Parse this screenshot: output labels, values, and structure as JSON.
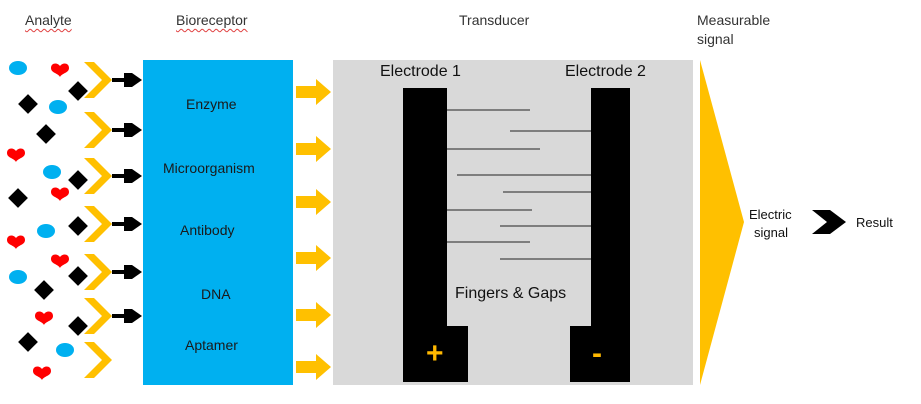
{
  "headers": {
    "analyte": "Analyte",
    "bioreceptor": "Bioreceptor",
    "transducer": "Transducer",
    "measurable_signal_line1": "Measurable",
    "measurable_signal_line2": "signal"
  },
  "bioreceptor_items": [
    "Enzyme",
    "Microorganism",
    "Antibody",
    "DNA",
    "Aptamer"
  ],
  "transducer": {
    "electrode1": "Electrode 1",
    "electrode2": "Electrode 2",
    "fingers_label": "Fingers & Gaps",
    "plus": "+",
    "minus": "-"
  },
  "output": {
    "electric_line1": "Electric",
    "electric_line2": "signal",
    "result": "Result"
  },
  "colors": {
    "bioreceptor_fill": "#00b0f0",
    "transducer_fill": "#d9d9d9",
    "arrow_yellow": "#ffc000",
    "electrode": "#000000",
    "heart": "#ff0000",
    "ellipse": "#00b0f0",
    "diamond": "#000000"
  },
  "icons": [
    "heart-icon",
    "ellipse-icon",
    "diamond-icon",
    "receptor-chevron-icon",
    "binding-arrow-icon"
  ]
}
